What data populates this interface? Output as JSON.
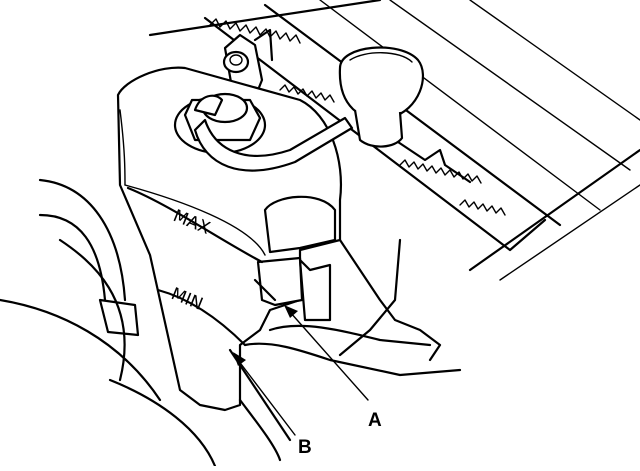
{
  "diagram": {
    "tank_markings": {
      "max": "MAX",
      "min": "MIN"
    },
    "callouts": {
      "a": "A",
      "b": "B"
    }
  }
}
